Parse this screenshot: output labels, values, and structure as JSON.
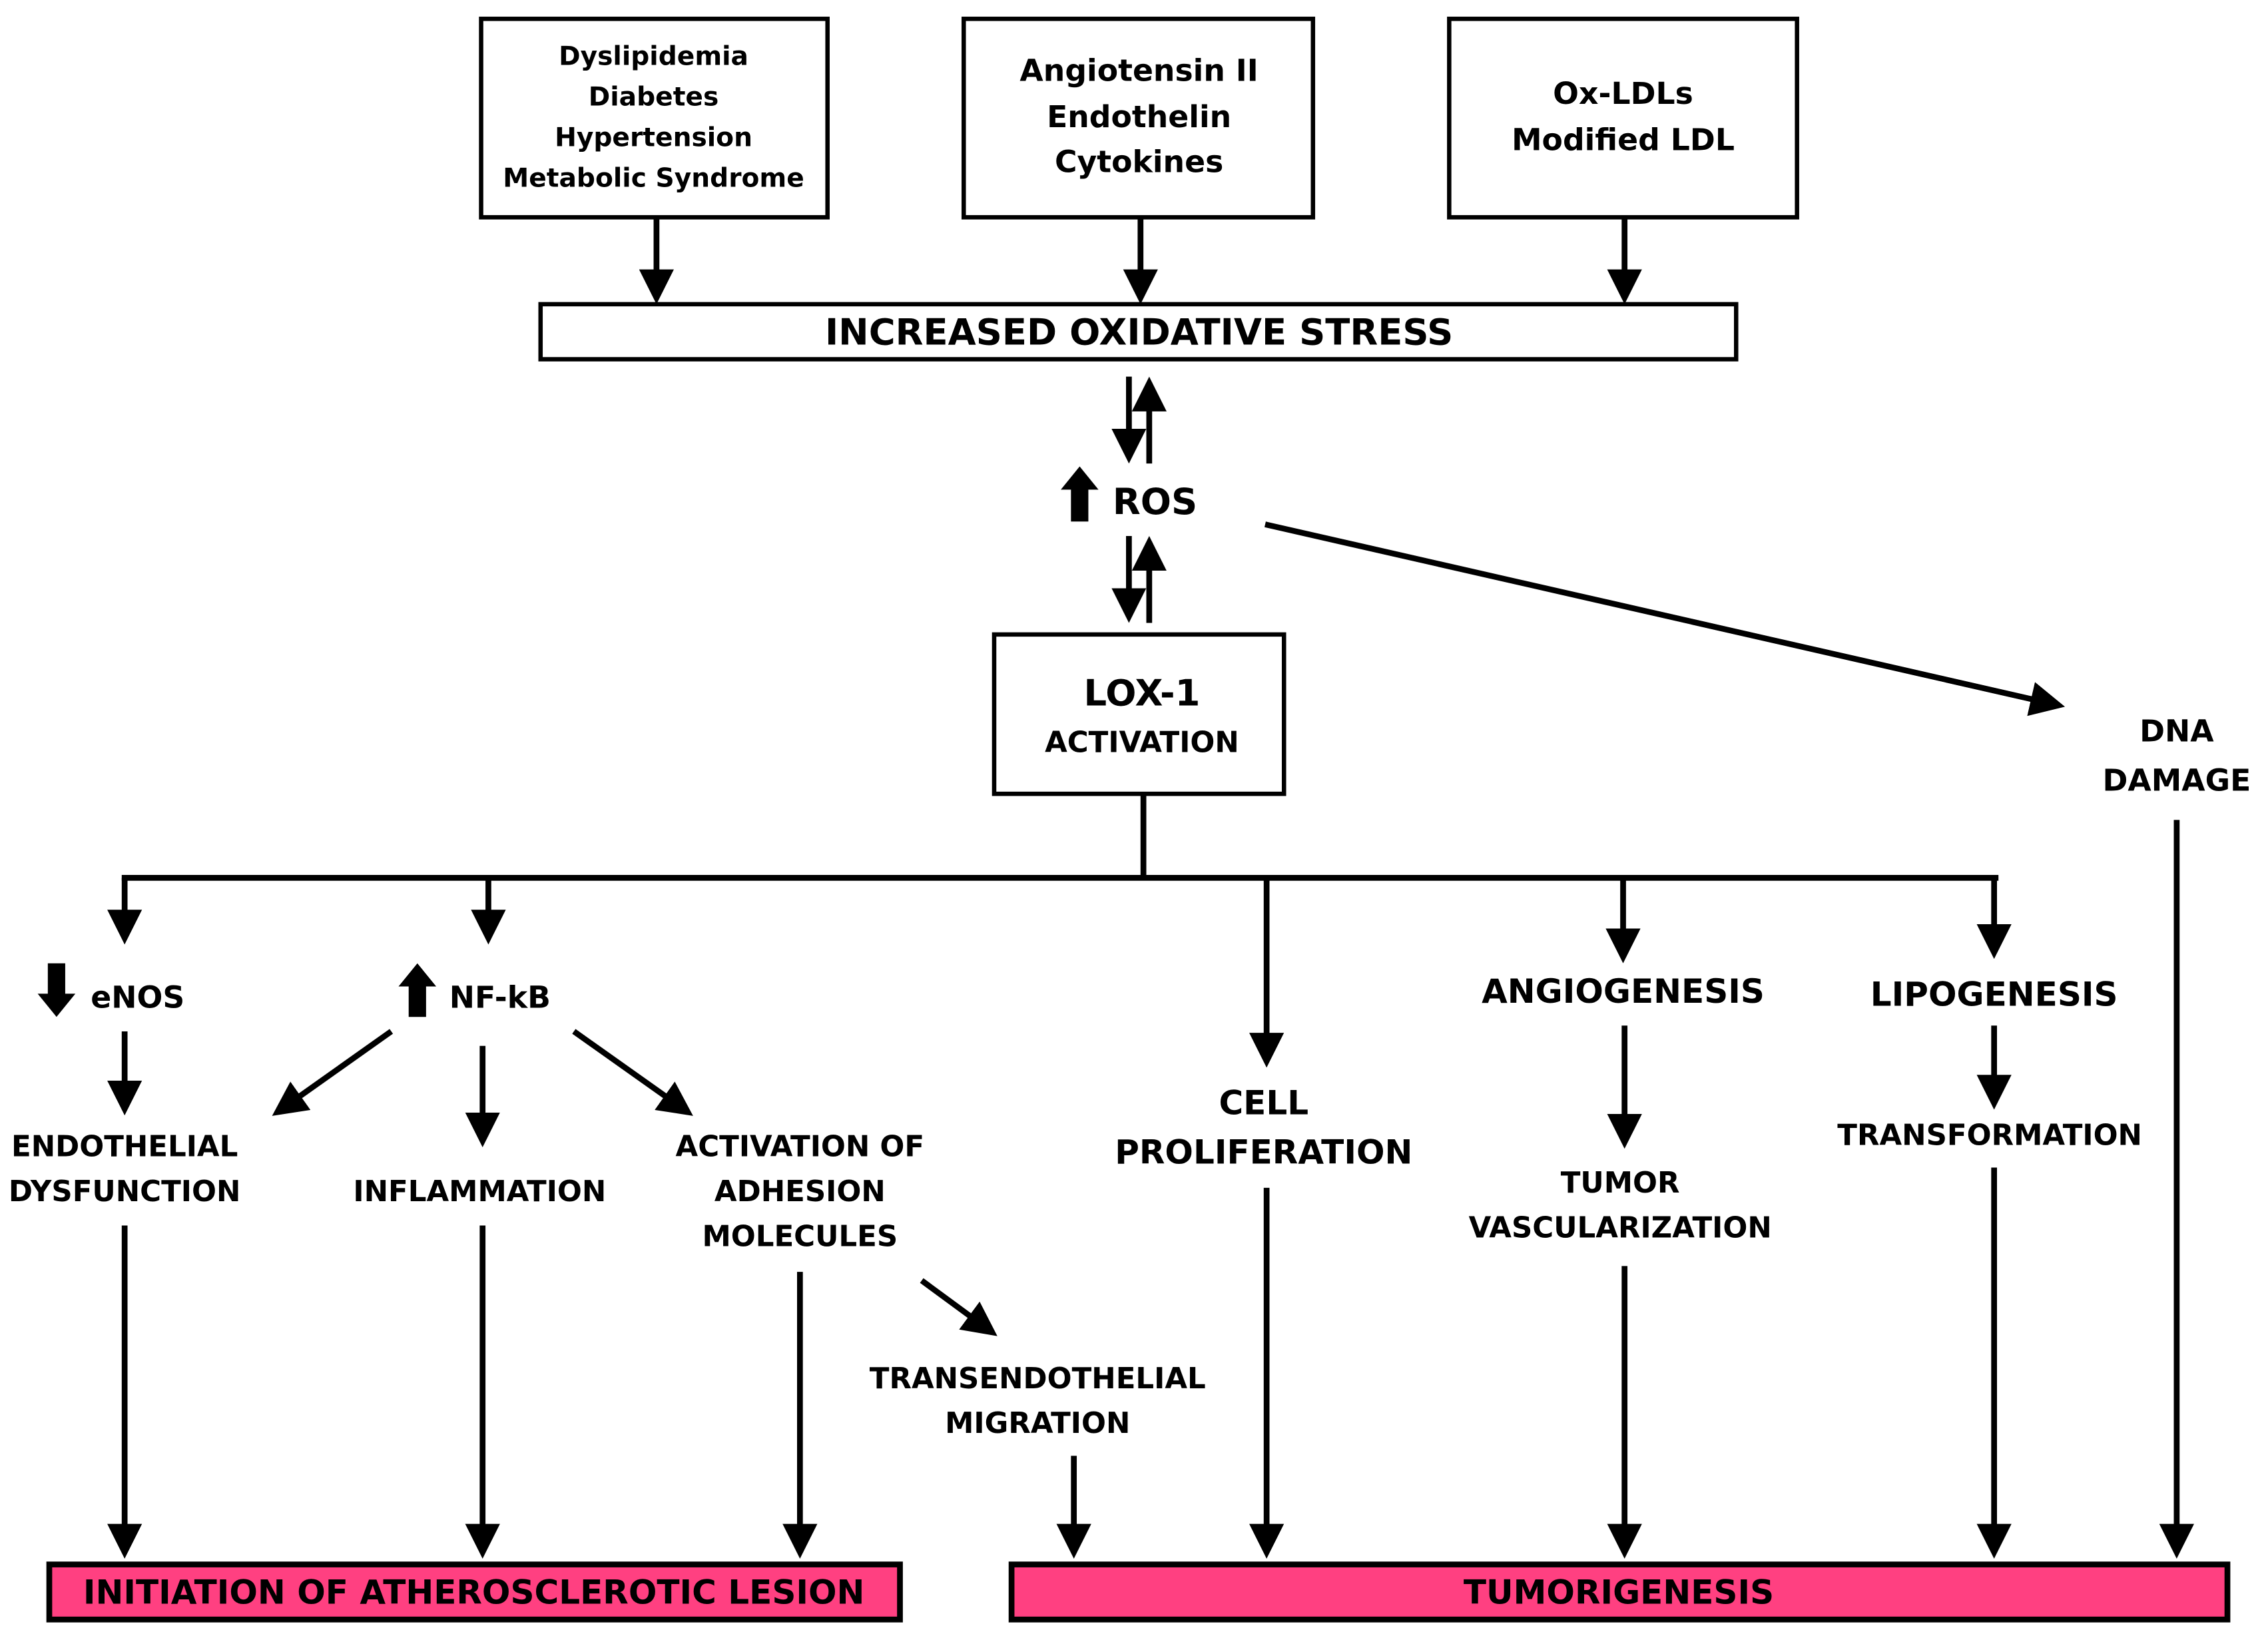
{
  "inputs": {
    "risk_factors": [
      "Dyslipidemia",
      "Diabetes",
      "Hypertension",
      "Metabolic Syndrome"
    ],
    "mediators": [
      "Angiotensin II",
      "Endothelin",
      "Cytokines"
    ],
    "lipids": [
      "Ox-LDLs",
      "Modified LDL"
    ]
  },
  "oxidative_stress": "INCREASED OXIDATIVE STRESS",
  "ros": "ROS",
  "lox1": {
    "title": "LOX-1",
    "subtitle": "ACTIVATION"
  },
  "dna_damage": [
    "DNA",
    "DAMAGE"
  ],
  "enos": "eNOS",
  "nfkb": "NF-kB",
  "endothelial_dysfunction": [
    "ENDOTHELIAL",
    "DYSFUNCTION"
  ],
  "inflammation": "INFLAMMATION",
  "adhesion": [
    "ACTIVATION OF",
    "ADHESION",
    "MOLECULES"
  ],
  "migration": [
    "TRANSENDOTHELIAL",
    "MIGRATION"
  ],
  "proliferation": [
    "CELL",
    "PROLIFERATION"
  ],
  "angiogenesis": "ANGIOGENESIS",
  "vascularization": [
    "TUMOR",
    "VASCULARIZATION"
  ],
  "lipogenesis": "LIPOGENESIS",
  "transformation": "TRANSFORMATION",
  "outcomes": {
    "atherosclerosis": "INITIATION OF ATHEROSCLEROTIC LESION",
    "tumorigenesis": "TUMORIGENESIS"
  },
  "colors": {
    "outcome_fill": "#FF4081",
    "stroke": "#000000"
  }
}
